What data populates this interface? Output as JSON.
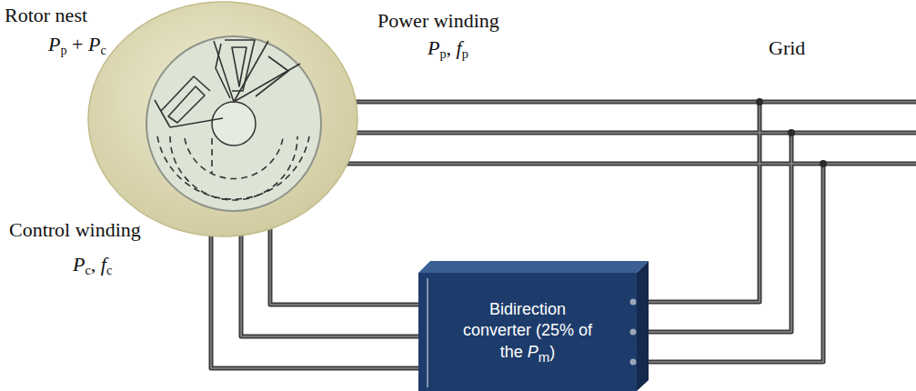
{
  "diagram": {
    "nodes": [
      {
        "text": [
          "Rotor nest",
          "Pp + Pc"
        ]
      },
      {
        "text": [
          "Bidirection converter (25% of the Pm)"
        ]
      }
    ],
    "edges": [
      {
        "from": 0,
        "to": 1,
        "arrow": "none"
      }
    ],
    "labels": [
      "Power winding",
      "Pp, fp",
      "Grid",
      "Control winding",
      "Pc, fc"
    ]
  }
}
